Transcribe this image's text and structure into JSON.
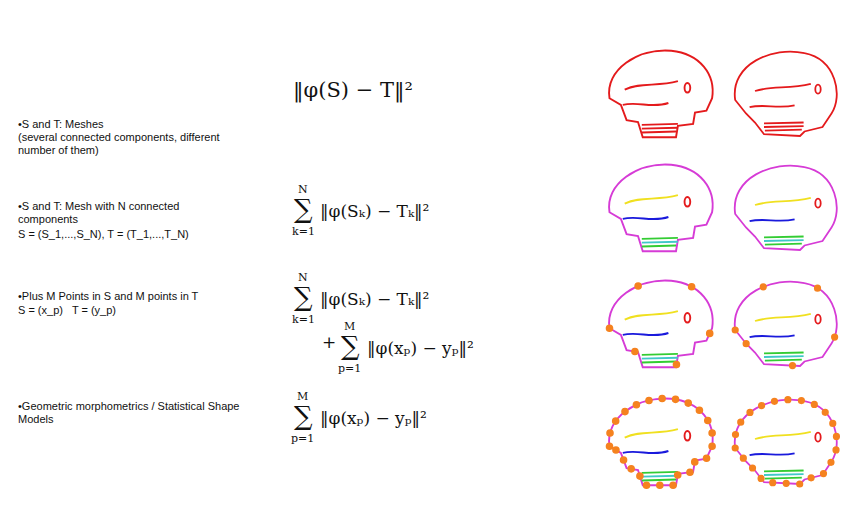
{
  "diagram": {
    "labels": [
      "•S and T: Meshes",
      "(several connected components, different number of them)",
      "‖φ(S) − T‖²",
      "•S and T: Mesh with N connected components",
      "S = (S_1,...,S_N), T = (T_1,...,T_N)",
      "N",
      "∑",
      "k=1",
      "‖φ(Sₖ) − Tₖ‖²",
      "•Plus M Points in S and M points in T",
      "S = (x_p)   T = (y_p)",
      "N",
      "∑",
      "k=1",
      "‖φ(Sₖ) − Tₖ‖²",
      "+",
      "M",
      "∑",
      "p=1",
      "‖φ(xₚ) − yₚ‖²",
      "•Geometric morphometrics / Statistical Shape Models",
      "M",
      "∑",
      "p=1",
      "‖φ(xₚ) − yₚ‖²"
    ]
  }
}
